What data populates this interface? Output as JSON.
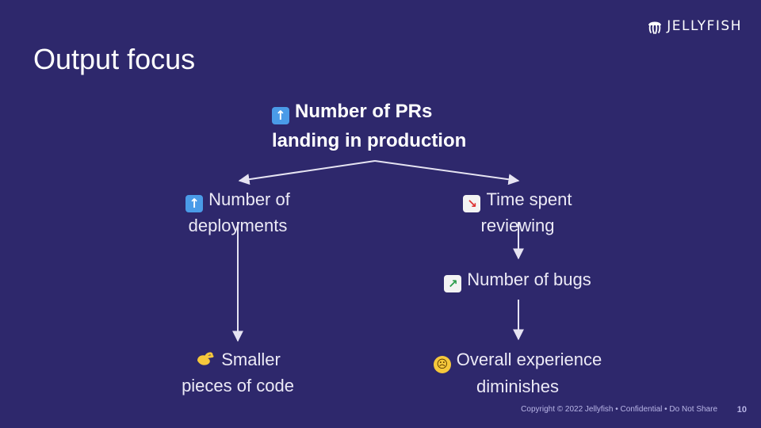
{
  "brand": {
    "name": "JELLYFISH"
  },
  "slide": {
    "title": "Output focus",
    "root": {
      "line1": "Number of PRs",
      "line2": "landing in production",
      "icon": "arrow-up-icon"
    },
    "left_node": {
      "line1": "Number of",
      "line2": "deployments",
      "icon": "arrow-up-icon"
    },
    "right_node": {
      "line1": "Time spent",
      "line2": "reviewing",
      "icon": "chart-decreasing-icon"
    },
    "bugs_node": {
      "label": "Number of bugs",
      "icon": "chart-increasing-icon"
    },
    "left_leaf": {
      "line1": "Smaller",
      "line2": "pieces of code",
      "icon": "pinching-hand-icon"
    },
    "right_leaf": {
      "line1": "Overall experience",
      "line2": "diminishes",
      "icon": "frowning-face-icon"
    }
  },
  "footer": {
    "copyright": "Copyright © 2022 Jellyfish • Confidential • Do Not Share",
    "page_number": "10"
  },
  "colors": {
    "background": "#2e286c",
    "text": "#ffffff",
    "footer_text": "#b9b6e6"
  }
}
